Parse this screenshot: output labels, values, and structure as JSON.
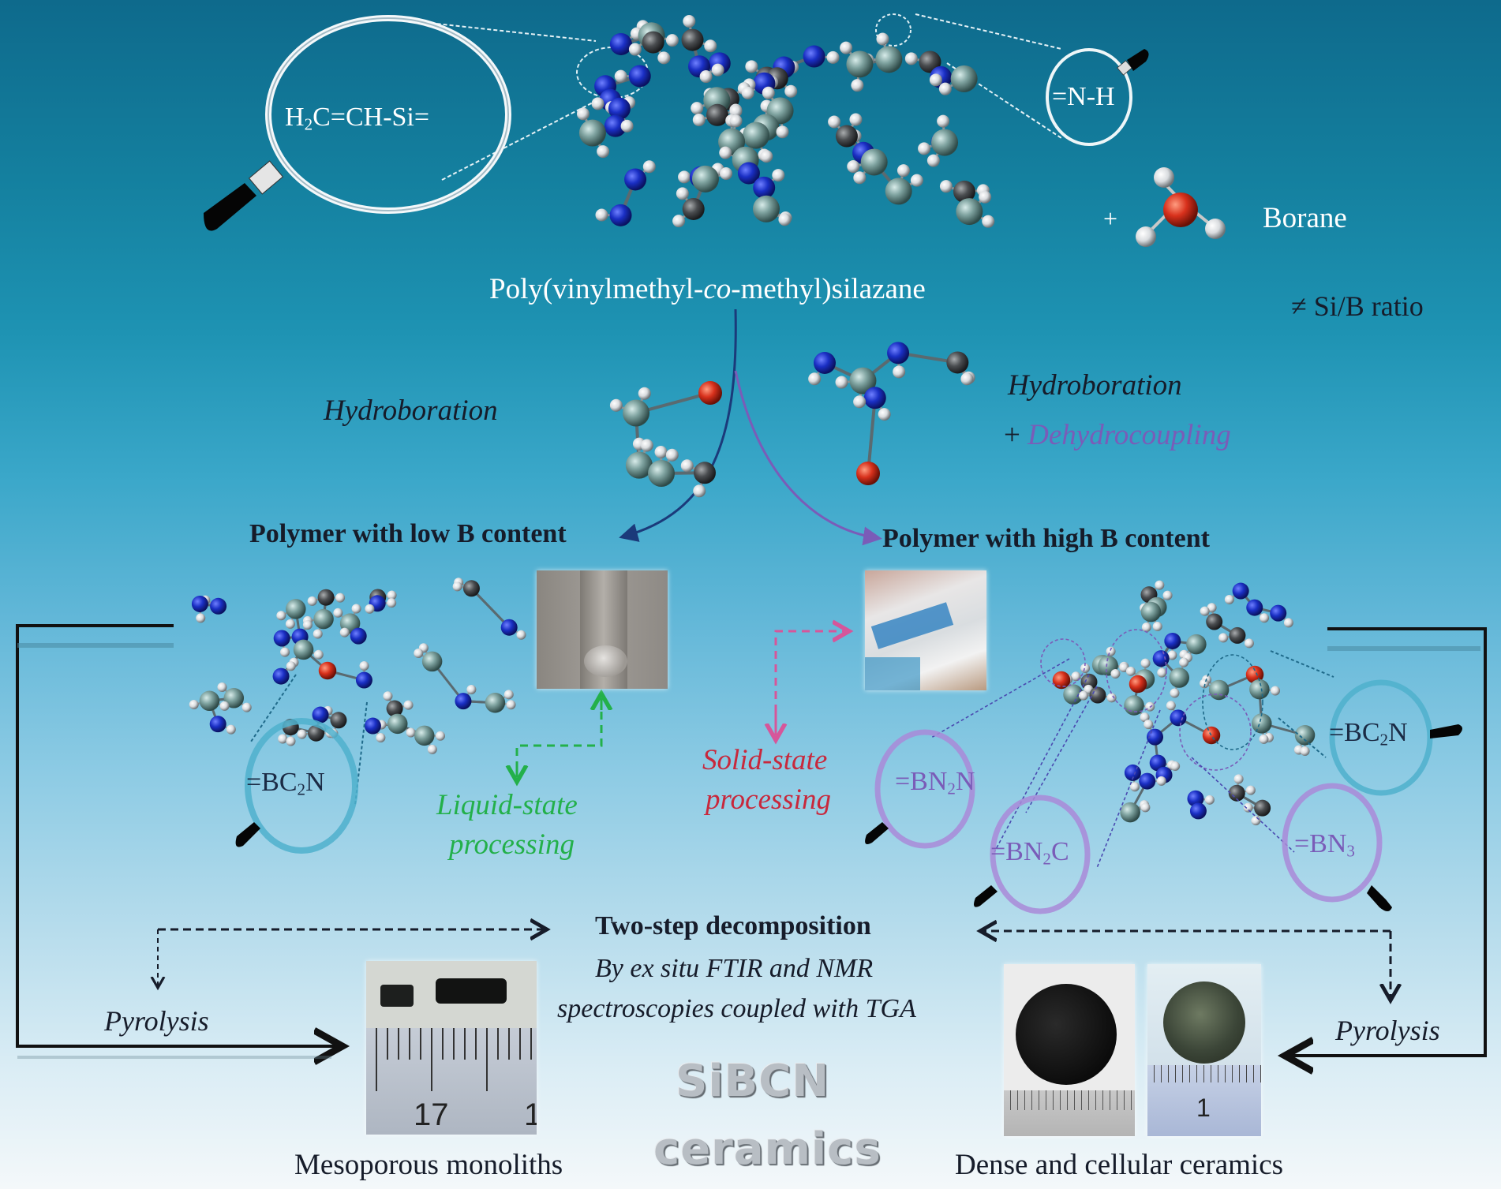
{
  "figure": {
    "precursor": {
      "name_prefix": "Poly(vinylmethyl-",
      "name_italic": "co",
      "name_suffix": "-methyl)silazane",
      "vinyl_group_label": {
        "prefix": "H",
        "sub": "2",
        "suffix": "C=CH-Si="
      },
      "nh_group_label": "=N-H"
    },
    "reagent": {
      "plus": "+",
      "name": "Borane",
      "ratio_note": "≠ Si/B ratio"
    },
    "reactions": {
      "left_label": "Hydroboration",
      "right_label_line1": "Hydroboration",
      "right_plus": "+ ",
      "right_label_line2": "Dehydrocoupling"
    },
    "products": {
      "low_b": "Polymer with low B content",
      "high_b": "Polymer with high B content"
    },
    "processing": {
      "liquid_line1": "Liquid-state",
      "liquid_line2": "processing",
      "solid_line1": "Solid-state",
      "solid_line2": "processing"
    },
    "sites_low_b": [
      {
        "prefix": "=BC",
        "sub": "2",
        "suffix": "N"
      }
    ],
    "sites_high_b": [
      {
        "prefix": "=BN",
        "sub": "2",
        "suffix": "N"
      },
      {
        "prefix": "=BN",
        "sub": "2",
        "suffix": "C"
      },
      {
        "prefix": "=BN",
        "sub": "3",
        "suffix": ""
      },
      {
        "prefix": "=BC",
        "sub": "2",
        "suffix": "N"
      }
    ],
    "decomposition": {
      "title": "Two-step decomposition",
      "line1": "By ex situ FTIR and NMR",
      "line2": "spectroscopies coupled with TGA"
    },
    "pyrolysis_left": "Pyrolysis",
    "pyrolysis_right": "Pyrolysis",
    "outcome_logo_line1": "SiBCN",
    "outcome_logo_line2": "ceramics",
    "left_result_caption": "Mesoporous monoliths",
    "right_result_caption": "Dense and cellular ceramics",
    "ruler_labels": {
      "monolith_ruler_major": "17",
      "monolith_ruler_partial": "1",
      "cellular_ruler_major": "1"
    },
    "colors": {
      "silicon": "#7fa3a0",
      "nitrogen": "#1a2fc4",
      "carbon": "#4a4d50",
      "hydrogen": "#d9dcdf",
      "boron": "#d8311c",
      "low_b_arrow": "#1b3a7a",
      "high_b_arrow": "#7a5cb8",
      "liquid_path": "#23b04a",
      "solid_path": "#d6569a",
      "lens_cyan": "#4fb0cc",
      "lens_purple": "#a98ad8"
    }
  }
}
